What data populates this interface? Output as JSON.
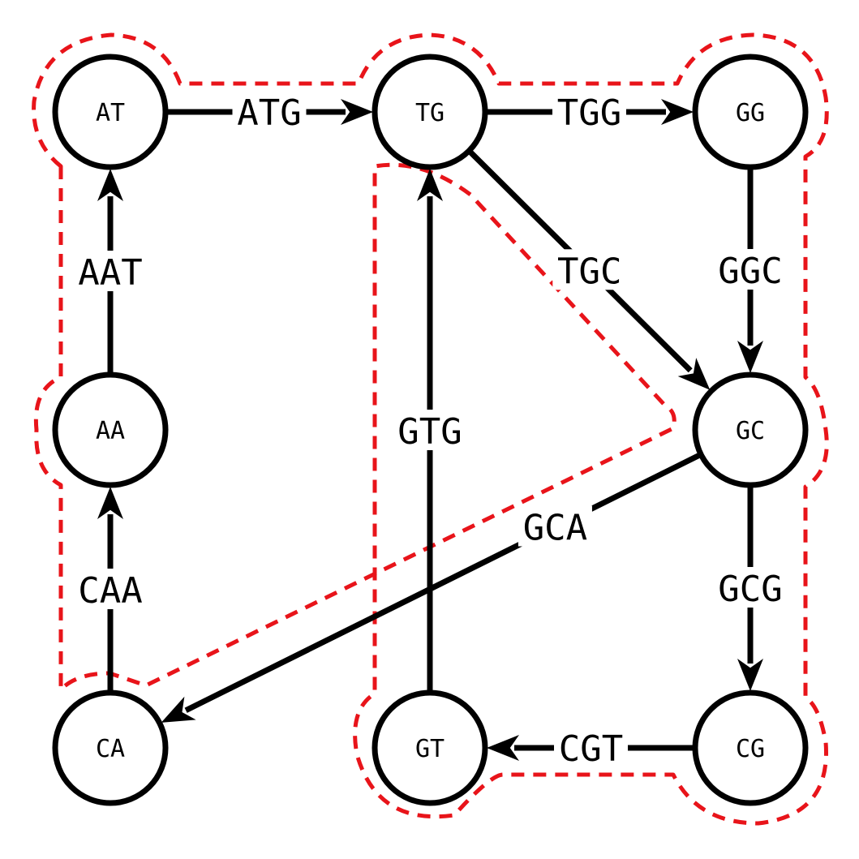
{
  "diagram": {
    "colors": {
      "node": "#000000",
      "edge": "#000000",
      "highlight": "#e8141a",
      "background": "#ffffff"
    },
    "nodes": [
      {
        "id": "AT",
        "label": "AT"
      },
      {
        "id": "TG",
        "label": "TG"
      },
      {
        "id": "GG",
        "label": "GG"
      },
      {
        "id": "AA",
        "label": "AA"
      },
      {
        "id": "GC",
        "label": "GC"
      },
      {
        "id": "CA",
        "label": "CA"
      },
      {
        "id": "GT",
        "label": "GT"
      },
      {
        "id": "CG",
        "label": "CG"
      }
    ],
    "edges": [
      {
        "from": "AT",
        "to": "TG",
        "label": "ATG"
      },
      {
        "from": "TG",
        "to": "GG",
        "label": "TGG"
      },
      {
        "from": "TG",
        "to": "GC",
        "label": "TGC"
      },
      {
        "from": "GG",
        "to": "GC",
        "label": "GGC"
      },
      {
        "from": "AA",
        "to": "AT",
        "label": "AAT"
      },
      {
        "from": "CA",
        "to": "AA",
        "label": "CAA"
      },
      {
        "from": "GT",
        "to": "TG",
        "label": "GTG"
      },
      {
        "from": "GC",
        "to": "CA",
        "label": "GCA"
      },
      {
        "from": "GC",
        "to": "CG",
        "label": "GCG"
      },
      {
        "from": "CG",
        "to": "GT",
        "label": "CGT"
      }
    ],
    "highlighted_path": [
      "CA",
      "AA",
      "AT",
      "TG",
      "GG",
      "GC",
      "CG",
      "GT",
      "TG",
      "GC",
      "CA"
    ]
  }
}
